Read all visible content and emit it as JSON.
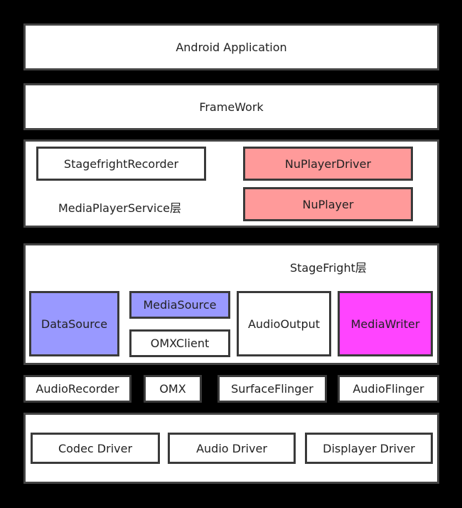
{
  "colors": {
    "background": "#000000",
    "layer_fill": "#ffffff",
    "nuplayer_fill": "#ff9a9a",
    "datasource_fill": "#9999ff",
    "mediawriter_fill": "#ff44ff",
    "border": "#3a3a3a"
  },
  "layers": {
    "application": "Android Application",
    "framework": "FrameWork",
    "mediaplayerservice": {
      "label": "MediaPlayerService层",
      "stagefright_recorder": "StagefrightRecorder",
      "nuplayer_driver": "NuPlayerDriver",
      "nuplayer": "NuPlayer"
    },
    "stagefright": {
      "label": "StageFright层",
      "datasource": "DataSource",
      "mediasource": "MediaSource",
      "omxclient": "OMXClient",
      "audiooutput": "AudioOutput",
      "mediawriter": "MediaWriter"
    },
    "services": {
      "audiorecorder": "AudioRecorder",
      "omx": "OMX",
      "surfaceflinger": "SurfaceFlinger",
      "audioflinger": "AudioFlinger"
    },
    "drivers": {
      "codec": "Codec Driver",
      "audio": "Audio Driver",
      "displayer": "Displayer Driver"
    }
  }
}
